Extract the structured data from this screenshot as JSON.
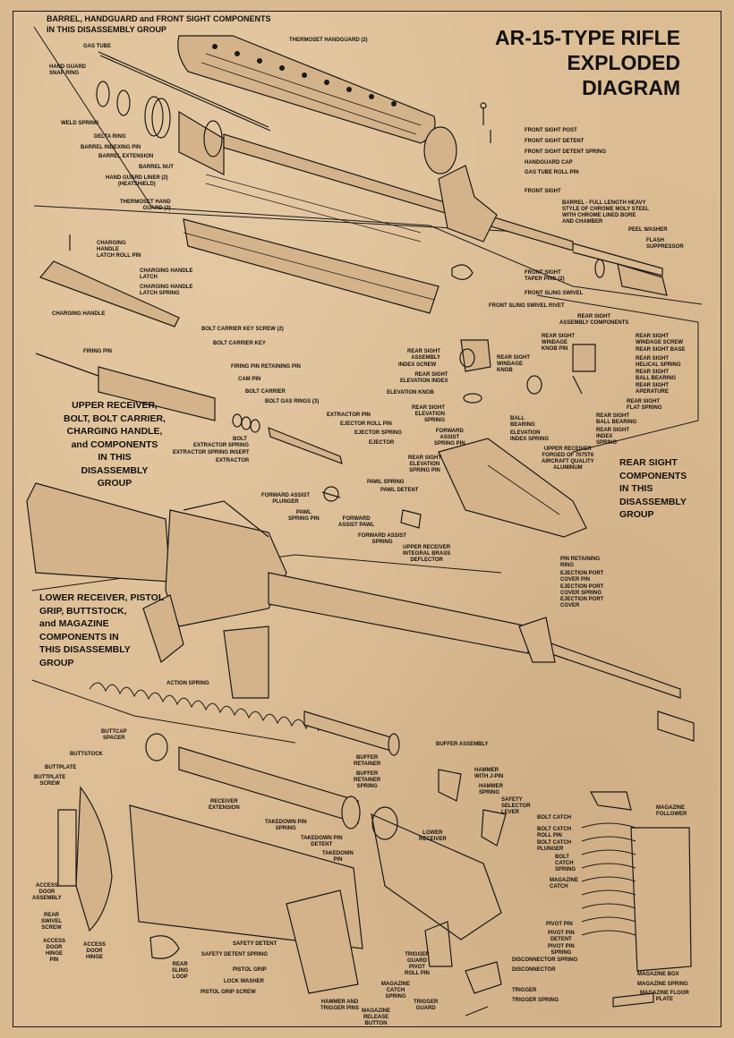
{
  "title": {
    "line1": "AR-15-TYPE RIFLE",
    "line2": "EXPLODED",
    "line3": "DIAGRAM"
  },
  "groups": {
    "barrel": "BARREL, HANDGUARD and FRONT SIGHT COMPONENTS\nIN THIS DISASSEMBLY GROUP",
    "upper": "UPPER RECEIVER,\nBOLT, BOLT CARRIER,\nCHARGING HANDLE,\nand COMPONENTS\nIN THIS\nDISASSEMBLY\nGROUP",
    "rear_sight": "REAR SIGHT\nCOMPONENTS\nIN THIS\nDISASSEMBLY\nGROUP",
    "lower": "LOWER RECEIVER, PISTOL\nGRIP, BUTTSTOCK,\nand MAGAZINE\nCOMPONENTS IN\nTHIS DISASSEMBLY\nGROUP"
  },
  "labels": {
    "gas_tube": "GAS TUBE",
    "thermoset_handguard": "THERMOSET HANDGUARD (2)",
    "handguard_snap_ring": "HAND GUARD\nSNAP RING",
    "weld_spring": "WELD SPRING",
    "delta_ring": "DELTA RING",
    "barrel_indexing_pin": "BARREL INDEXING PIN",
    "barrel_extension": "BARREL EXTENSION",
    "barrel_nut": "BARREL NUT",
    "handguard_liner": "HAND GUARD LINER (2)\n(HEATSHIELD)",
    "thermoset_hand_guard": "THERMOSET HAND\nGUARD (2)",
    "front_sight_post": "FRONT SIGHT POST",
    "front_sight_detent": "FRONT SIGHT DETENT",
    "front_sight_detent_spring": "FRONT SIGHT DETENT SPRING",
    "handguard_cap": "HANDGUARD CAP",
    "gas_tube_roll_pin": "GAS TUBE ROLL PIN",
    "front_sight": "FRONT SIGHT",
    "barrel_desc": "BARREL - FULL LENGTH HEAVY\nSTYLE OF CHROME MOLY STEEL\nWITH CHROME LINED BORE\nAND CHAMBER",
    "peel_washer": "PEEL WASHER",
    "flash_suppressor": "FLASH\nSUPPRESSOR",
    "front_sight_taper_pins": "FRONT SIGHT\nTAPER PINS (2)",
    "front_sling_swivel": "FRONT SLING SWIVEL",
    "front_sling_swivel_rivet": "FRONT SLING SWIVEL RIVET",
    "charging_handle_latch_roll_pin": "CHARGING\nHANDLE\nLATCH ROLL PIN",
    "charging_handle_latch": "CHARGING HANDLE\nLATCH",
    "charging_handle_latch_spring": "CHARGING HANDLE\nLATCH SPRING",
    "charging_handle": "CHARGING HANDLE",
    "bolt_carrier_key_screw": "BOLT CARRIER KEY SCREW (2)",
    "bolt_carrier_key": "BOLT CARRIER KEY",
    "firing_pin": "FIRING PIN",
    "firing_pin_retaining_pin": "FIRING PIN RETAINING PIN",
    "cam_pin": "CAM PIN",
    "bolt_carrier": "BOLT CARRIER",
    "bolt_gas_rings": "BOLT GAS RINGS (3)",
    "extractor_pin": "EXTRACTOR PIN",
    "ejector_roll_pin": "EJECTOR ROLL PIN",
    "ejector_spring": "EJECTOR SPRING",
    "bolt": "BOLT",
    "ejector": "EJECTOR",
    "extractor_spring": "EXTRACTOR SPRING",
    "extractor_spring_insert": "EXTRACTOR SPRING INSERT",
    "extractor": "EXTRACTOR",
    "rear_sight_assembly_components": "REAR SIGHT\nASSEMBLY COMPONENTS",
    "rear_sight_assembly": "REAR SIGHT\nASSEMBLY",
    "index_screw": "INDEX SCREW",
    "rear_sight_windage_knob": "REAR SIGHT\nWINDAGE\nKNOB",
    "rear_sight_windage_knob_pin": "REAR SIGHT\nWINDAGE\nKNOB PIN",
    "rear_sight_windage_screw": "REAR SIGHT\nWINDAGE SCREW",
    "rear_sight_base": "REAR SIGHT BASE",
    "rear_sight_helical_spring": "REAR SIGHT\nHELICAL SPRING",
    "rear_sight_ball_bearing_top": "REAR SIGHT\nBALL BEARING",
    "rear_sight_aperture": "REAR SIGHT\nAPERATURE",
    "rear_sight_elevation_index": "REAR SIGHT\nELEVATION INDEX",
    "elevation_knob": "ELEVATION KNOB",
    "rear_sight_flat_spring": "REAR SIGHT\nFLAT SPRING",
    "rear_sight_elevation_spring": "REAR SIGHT\nELEVATION\nSPRING",
    "rear_sight_ball_bearing": "REAR SIGHT\nBALL BEARING",
    "rear_sight_index_spring": "REAR SIGHT\nINDEX\nSPRING",
    "ball_bearing": "BALL\nBEARING",
    "elevation_index_spring": "ELEVATION\nINDEX SPRING",
    "forward_assist_spring_pin": "FORWARD\nASSIST\nSPRING PIN",
    "rear_sight_elevation_spring_pin": "REAR SIGHT\nELEVATION\nSPRING PIN",
    "upper_receiver_desc": "UPPER RECEIVER\nFORGED OF 7075T6\nAIRCRAFT QUALITY\nALUMINUM",
    "pawl_spring": "PAWL SPRING",
    "pawl_detent": "PAWL DETENT",
    "forward_assist_plunger": "FORWARD ASSIST\nPLUNGER",
    "pawl_spring_pin": "PAWL\nSPRING PIN",
    "forward_assist_pawl": "FORWARD\nASSIST PAWL",
    "forward_assist_spring": "FORWARD ASSIST\nSPRING",
    "brass_deflector": "UPPER RECEIVER\nINTEGRAL BRASS\nDEFLECTOR",
    "pin_retaining_ring": "PIN RETAINING\nRING",
    "ejection_port_cover_pin": "EJECTION PORT\nCOVER PIN",
    "ejection_port_cover_spring": "EJECTION PORT\nCOVER SPRING",
    "ejection_port_cover": "EJECTION PORT\nCOVER",
    "action_spring": "ACTION SPRING",
    "buttcap_spacer": "BUTTCAP\nSPACER",
    "buffer_assembly": "BUFFER ASSEMBLY",
    "buttstock": "BUTTSTOCK",
    "buttplate": "BUTTPLATE",
    "buttplate_screw": "BUTTPLATE\nSCREW",
    "buffer_retainer": "BUFFER\nRETAINER",
    "buffer_retainer_spring": "BUFFER\nRETAINER\nSPRING",
    "hammer_with_j_pin": "HAMMER\nWITH J-PIN",
    "hammer_spring": "HAMMER\nSPRING",
    "safety_selector_lever": "SAFETY\nSELECTOR\nLEVER",
    "bolt_catch": "BOLT CATCH",
    "bolt_catch_roll_pin": "BOLT CATCH\nROLL PIN",
    "bolt_catch_plunger": "BOLT CATCH\nPLUNGER",
    "bolt_catch_spring": "BOLT\nCATCH\nSPRING",
    "magazine_catch": "MAGAZINE\nCATCH",
    "magazine_follower": "MAGAZINE\nFOLLOWER",
    "receiver_extension": "RECEIVER\nEXTENSION",
    "takedown_pin_spring": "TAKEDOWN PIN\nSPRING",
    "takedown_pin_detent": "TAKEDOWN PIN\nDETENT",
    "takedown_pin": "TAKEDOWN\nPIN",
    "lower_receiver": "LOWER\nRECEIVER",
    "access_door_assembly": "ACCESS\nDOOR\nASSEMBLY",
    "rear_swivel_screw": "REAR\nSWIVEL\nSCREW",
    "access_door_hinge_pin": "ACCESS\nDOOR\nHINGE\nPIN",
    "access_door_hinge": "ACCESS\nDOOR\nHINGE",
    "rear_sling_loop": "REAR\nSLING\nLOOP",
    "safety_detent": "SAFETY DETENT",
    "safety_detent_spring": "SAFETY DETENT SPRING",
    "pistol_grip": "PISTOL GRIP",
    "lock_washer": "LOCK WASHER",
    "pistol_grip_screw": "PISTOL GRIP SCREW",
    "hammer_trigger_pins": "HAMMER AND\nTRIGGER PINS",
    "magazine_catch_spring": "MAGAZINE\nCATCH\nSPRING",
    "magazine_release_button": "MAGAZINE\nRELEASE\nBUTTON",
    "trigger_guard": "TRIGGER\nGUARD",
    "trigger_guard_pivot_roll_pin": "TRIGGER\nGUARD\nPIVOT\nROLL PIN",
    "pivot_pin": "PIVOT PIN",
    "pivot_pin_detent": "PIVOT PIN\nDETENT",
    "pivot_pin_spring": "PIVOT PIN\nSPRING",
    "disconnector_spring": "DISCONNECTOR SPRING",
    "disconnector": "DISCONNECTOR",
    "trigger": "TRIGGER",
    "trigger_spring": "TRIGGER SPRING",
    "magazine_box": "MAGAZINE BOX",
    "magazine_spring": "MAGAZINE SPRING",
    "magazine_floor_plate": "MAGAZINE FLOOR\nPLATE"
  }
}
